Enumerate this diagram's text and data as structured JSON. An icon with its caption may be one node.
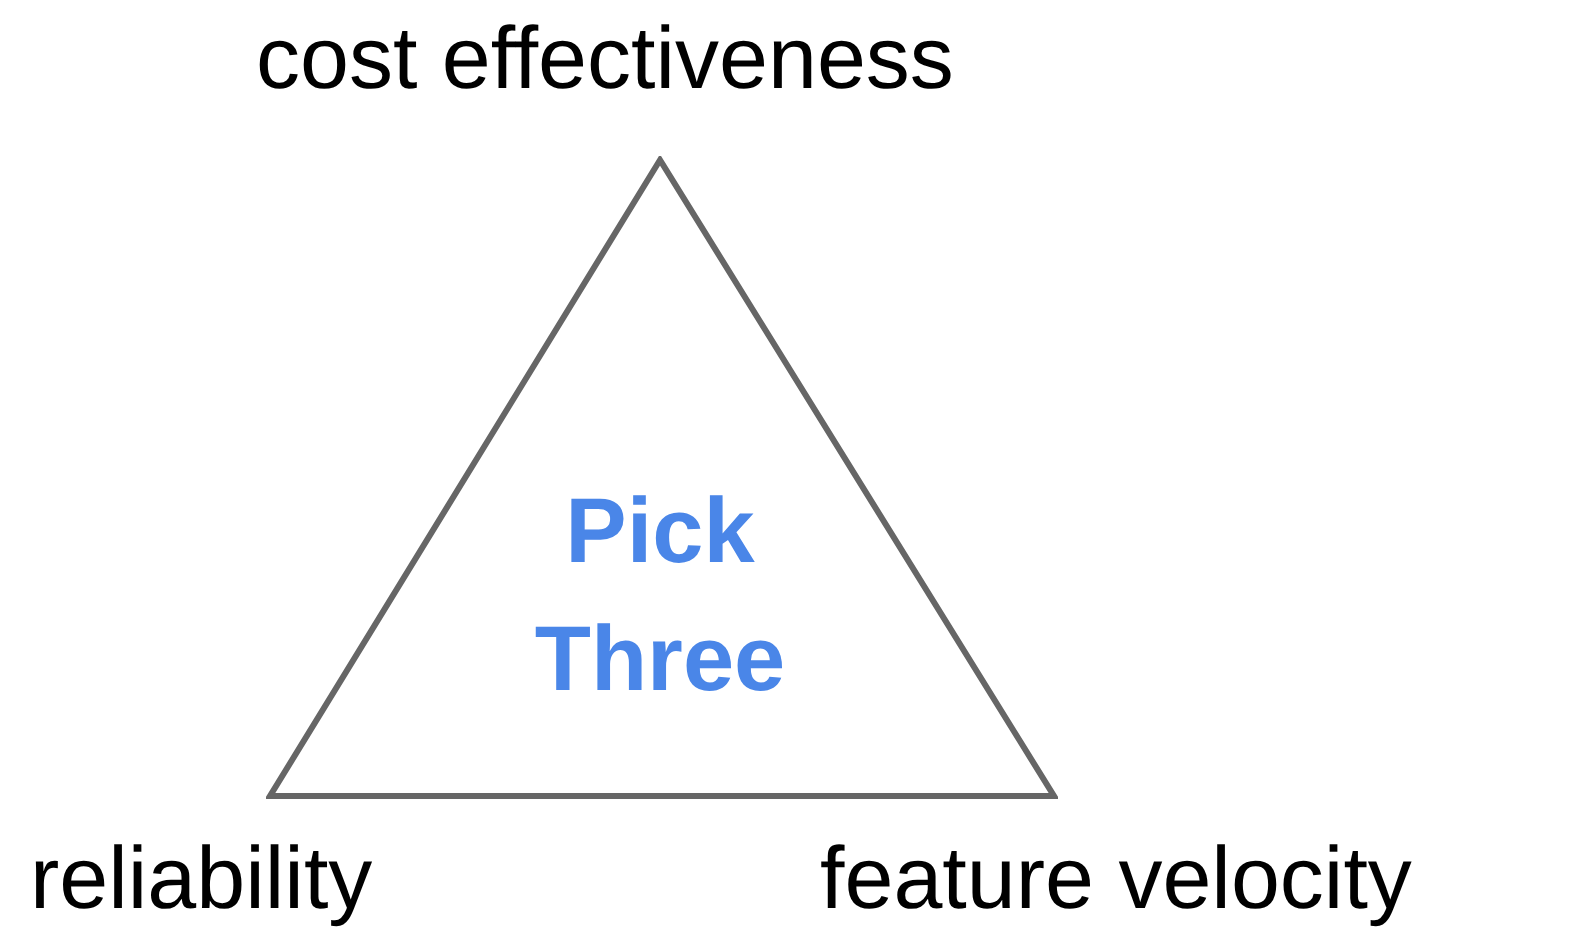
{
  "diagram": {
    "nodes": [
      {
        "text": [
          "Pick Three"
        ]
      }
    ],
    "labels": [
      "cost effectiveness",
      "reliability",
      "feature velocity"
    ]
  }
}
